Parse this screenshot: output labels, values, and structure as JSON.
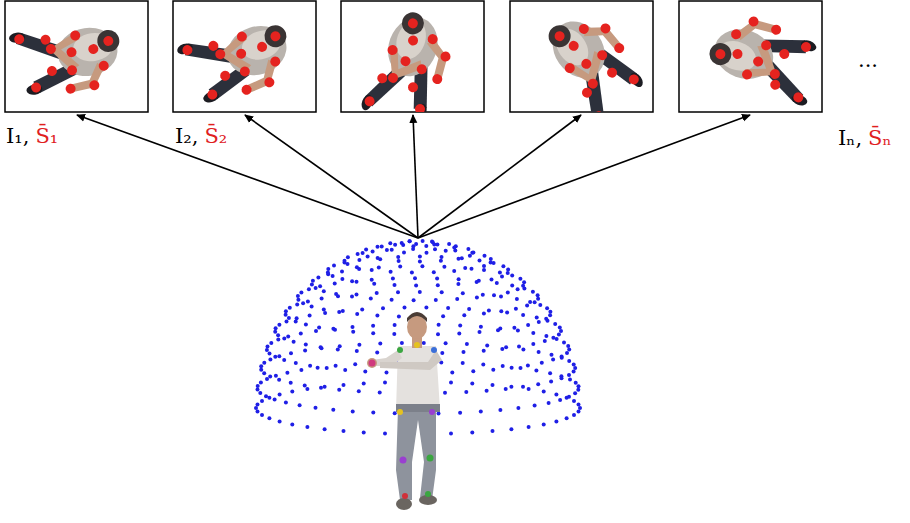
{
  "diagram": {
    "labels": [
      "I₁,",
      "S̄₁",
      "I₂,",
      "S̄₂",
      "...",
      "Iₙ,",
      "S̄ₙ"
    ]
  }
}
